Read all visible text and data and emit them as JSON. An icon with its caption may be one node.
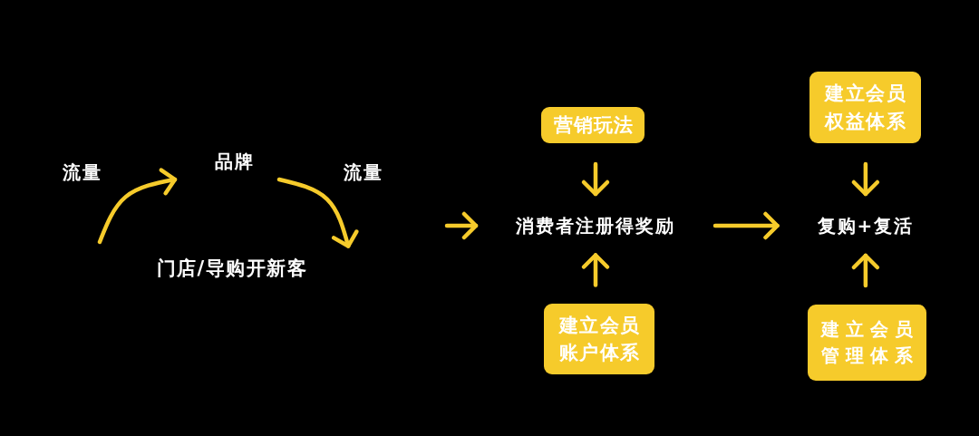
{
  "diagram": {
    "nodes": [
      {
        "text": [
          "品牌"
        ]
      },
      {
        "text": [
          "门店/导购开新客"
        ]
      },
      {
        "text": [
          "营销玩法"
        ]
      },
      {
        "text": [
          "消费者注册得奖励"
        ]
      },
      {
        "text": [
          "建立会员账户体系"
        ]
      },
      {
        "text": [
          "建立会员权益体系"
        ]
      },
      {
        "text": [
          "复购+复活"
        ]
      },
      {
        "text": [
          "建立会员管理体系"
        ]
      }
    ],
    "edges": [
      {
        "from": null,
        "to": 0,
        "arrow": "to",
        "label": "流量"
      },
      {
        "from": 0,
        "to": 1,
        "arrow": "to",
        "label": "流量"
      },
      {
        "from": null,
        "to": 3,
        "arrow": "to"
      },
      {
        "from": 2,
        "to": 3,
        "arrow": "to"
      },
      {
        "from": 4,
        "to": 3,
        "arrow": "to"
      },
      {
        "from": 3,
        "to": 6,
        "arrow": "to"
      },
      {
        "from": 5,
        "to": 6,
        "arrow": "to"
      },
      {
        "from": 7,
        "to": 6,
        "arrow": "to"
      }
    ]
  }
}
